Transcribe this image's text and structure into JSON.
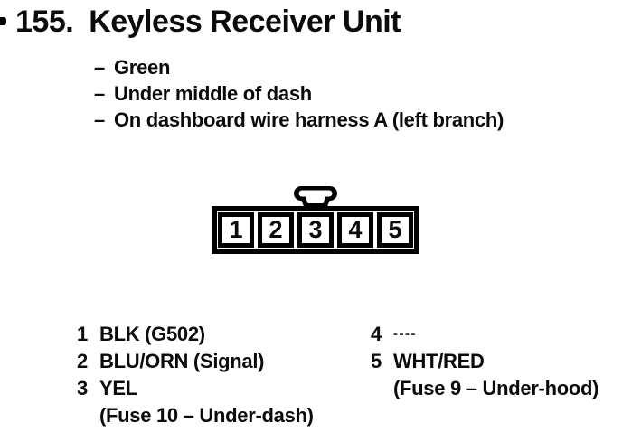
{
  "header": {
    "number": "155.",
    "title": "Keyless Receiver Unit"
  },
  "notes": {
    "dash": "–",
    "items": [
      "Green",
      "Under middle of dash",
      "On dashboard wire harness A (left branch)"
    ]
  },
  "connector": {
    "pins": [
      "1",
      "2",
      "3",
      "4",
      "5"
    ]
  },
  "legend": {
    "left": [
      {
        "num": "1",
        "text": "BLK (G502)"
      },
      {
        "num": "2",
        "text": "BLU/ORN (Signal)"
      },
      {
        "num": "3",
        "text": "YEL"
      },
      {
        "num": "",
        "text": "(Fuse 10 – Under-dash)"
      }
    ],
    "right": [
      {
        "num": "4",
        "text": "----"
      },
      {
        "num": "5",
        "text": "WHT/RED"
      },
      {
        "num": "",
        "text": "(Fuse 9 – Under-hood)"
      }
    ]
  }
}
